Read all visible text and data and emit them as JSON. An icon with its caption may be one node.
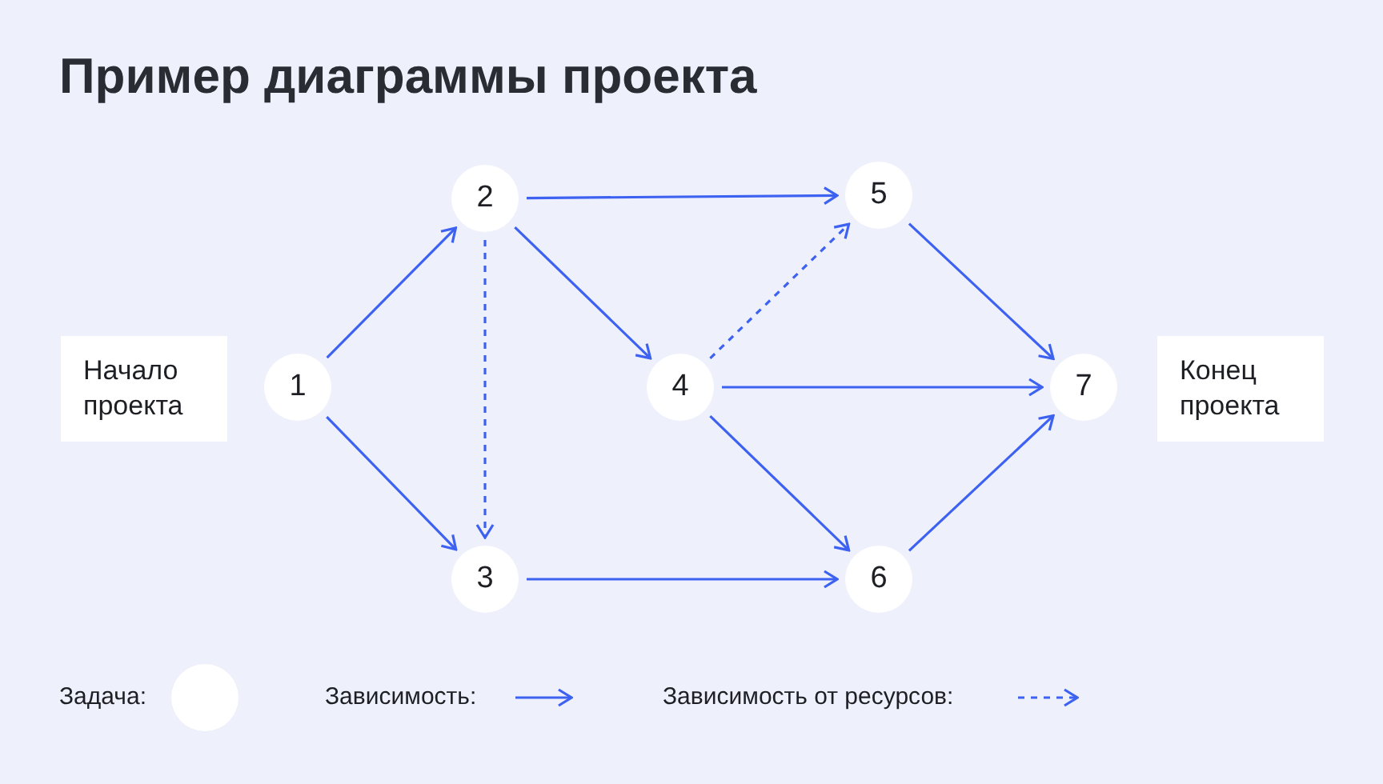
{
  "diagram": {
    "title": "Пример диаграммы проекта",
    "nodes": [
      {
        "text": [
          "Начало проекта"
        ]
      },
      {
        "text": [
          "1"
        ]
      },
      {
        "text": [
          "2"
        ]
      },
      {
        "text": [
          "3"
        ]
      },
      {
        "text": [
          "4"
        ]
      },
      {
        "text": [
          "5"
        ]
      },
      {
        "text": [
          "6"
        ]
      },
      {
        "text": [
          "7"
        ]
      },
      {
        "text": [
          "Конец проекта"
        ]
      },
      {
        "text": [],
        "shape": "circle"
      }
    ],
    "edges": [
      {
        "from": 1,
        "to": 2,
        "arrow": "to"
      },
      {
        "from": 1,
        "to": 3,
        "arrow": "to"
      },
      {
        "from": 2,
        "to": 5,
        "arrow": "to"
      },
      {
        "from": 2,
        "to": 4,
        "arrow": "to"
      },
      {
        "from": 2,
        "to": 3,
        "arrow": "to",
        "style": "dashed"
      },
      {
        "from": 4,
        "to": 5,
        "arrow": "to",
        "style": "dashed"
      },
      {
        "from": 4,
        "to": 7,
        "arrow": "to"
      },
      {
        "from": 4,
        "to": 6,
        "arrow": "to"
      },
      {
        "from": 3,
        "to": 6,
        "arrow": "to"
      },
      {
        "from": 5,
        "to": 7,
        "arrow": "to"
      },
      {
        "from": 6,
        "to": 7,
        "arrow": "to"
      }
    ],
    "legend": [
      {
        "text": "Задача:"
      },
      {
        "text": "Зависимость:"
      },
      {
        "text": "Зависимость от ресурсов:"
      }
    ]
  }
}
